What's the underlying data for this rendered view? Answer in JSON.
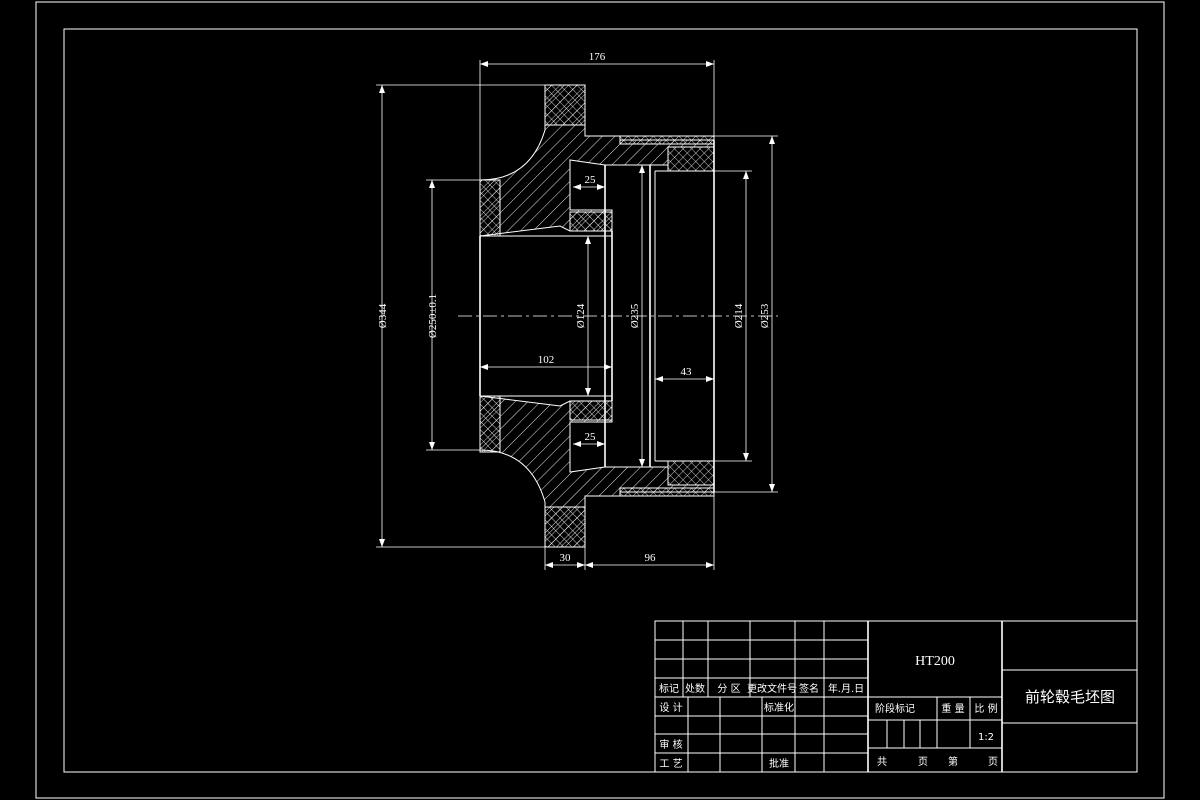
{
  "dimensions": {
    "overall_width": "176",
    "flange_od": "Ø344",
    "pilot_dia": "Ø250±0.1",
    "bore_dia": "Ø124",
    "inner_dia": "Ø235",
    "seat_dia_1": "Ø214",
    "seat_dia_2": "Ø253",
    "groove_top": "25",
    "groove_bottom": "25",
    "depth_102": "102",
    "depth_43": "43",
    "flange_thk": "30",
    "hub_len": "96"
  },
  "title_block": {
    "material": "HT200",
    "drawing_title": "前轮毂毛坯图",
    "rev_headers": [
      "标记",
      "处数",
      "分 区",
      "更改文件号",
      "签名",
      "年.月.日"
    ],
    "sign_rows": [
      "设 计",
      "审 核",
      "工 艺"
    ],
    "standardization": "标准化",
    "approve": "批准",
    "stage_mark": "阶段标记",
    "weight": "重 量",
    "scale_label": "比 例",
    "scale": "1:2",
    "sheets_total_a": "共",
    "sheets_total_b": "页",
    "sheet_no_a": "第",
    "sheet_no_b": "页"
  }
}
